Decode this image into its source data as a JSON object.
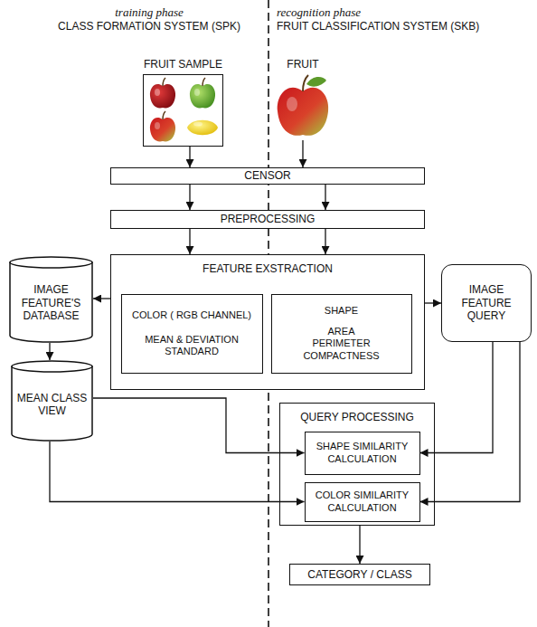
{
  "diagram": {
    "nodes": [
      {
        "text": [
          "FRUIT SAMPLE"
        ]
      },
      {
        "text": [
          "FRUIT"
        ]
      },
      {
        "text": [
          "CENSOR"
        ]
      },
      {
        "text": [
          "PREPROCESSING"
        ]
      },
      {
        "text": [
          "FEATURE EXSTRACTION"
        ]
      },
      {
        "text": [
          "COLOR ( RGB CHANNEL)",
          "MEAN & DEVIATION STANDARD"
        ],
        "in": 4
      },
      {
        "text": [
          "SHAPE",
          "AREA PERIMETER COMPACTNESS"
        ],
        "in": 4
      },
      {
        "text": [
          "IMAGE FEATURE'S DATABASE"
        ]
      },
      {
        "text": [
          "MEAN CLASS VIEW"
        ]
      },
      {
        "text": [
          "IMAGE FEATURE QUERY"
        ]
      },
      {
        "text": [
          "QUERY PROCESSING"
        ]
      },
      {
        "text": [
          "SHAPE SIMILARITY CALCULATION"
        ],
        "in": 10
      },
      {
        "text": [
          "COLOR SIMILARITY CALCULATION"
        ],
        "in": 10
      },
      {
        "text": [
          "CATEGORY / CLASS"
        ]
      }
    ],
    "edges": [
      {
        "from": 0,
        "to": 2,
        "arrow": "to"
      },
      {
        "from": 1,
        "to": 2,
        "arrow": "to"
      },
      {
        "from": 2,
        "to": 3,
        "arrow": "to"
      },
      {
        "from": 2,
        "to": 3,
        "arrow": "to"
      },
      {
        "from": 3,
        "to": 4,
        "arrow": "to"
      },
      {
        "from": 3,
        "to": 4,
        "arrow": "to"
      },
      {
        "from": 4,
        "to": 7,
        "arrow": "to"
      },
      {
        "from": 4,
        "to": 9,
        "arrow": "to"
      },
      {
        "from": 7,
        "to": 8,
        "arrow": "to"
      },
      {
        "from": 8,
        "to": 11,
        "arrow": "to"
      },
      {
        "from": 8,
        "to": 12,
        "arrow": "to"
      },
      {
        "from": 9,
        "to": 11,
        "arrow": "to"
      },
      {
        "from": 9,
        "to": 12,
        "arrow": "to"
      },
      {
        "from": 10,
        "to": 13,
        "arrow": "to"
      }
    ],
    "labels": [
      "training phase",
      "CLASS FORMATION SYSTEM (SPK)",
      "recognition phase",
      "FRUIT CLASSIFICATION SYSTEM (SKB)"
    ]
  }
}
